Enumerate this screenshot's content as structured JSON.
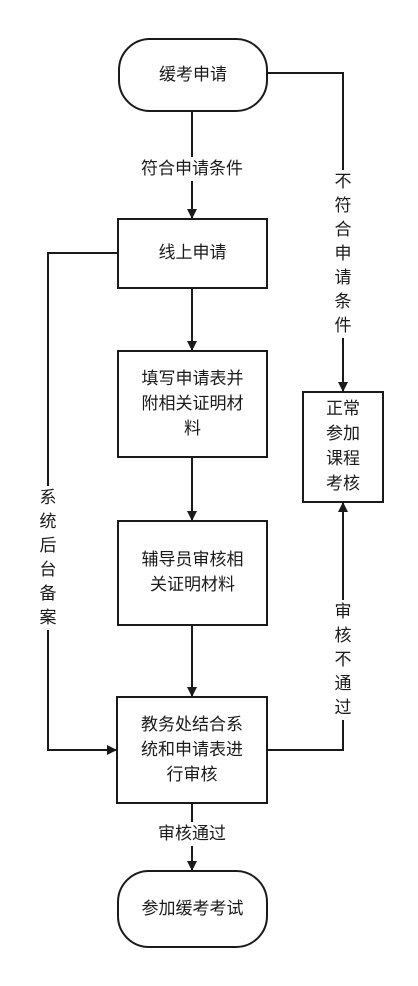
{
  "nodes": {
    "start": "缓考申请",
    "online_apply": "线上申请",
    "fill_form": "填写申请表并\n附相关证明材\n料",
    "counselor": "辅导员审核相\n关证明材料",
    "academic_affairs": "教务处结合系\n统和申请表进\n行审核",
    "normal_exam": "正常\n参加\n课程\n考核",
    "end": "参加缓考考试"
  },
  "edges": {
    "meets": "符合申请条件",
    "not_meets": "不\n符\n合\n申\n请\n条\n件",
    "system_record": "系\n统\n后\n台\n备\n案",
    "review_fail": "审\n核\n不\n通\n过",
    "review_pass": "审核通过"
  },
  "colors": {
    "line": "#1a1a1a",
    "background": "#ffffff"
  }
}
